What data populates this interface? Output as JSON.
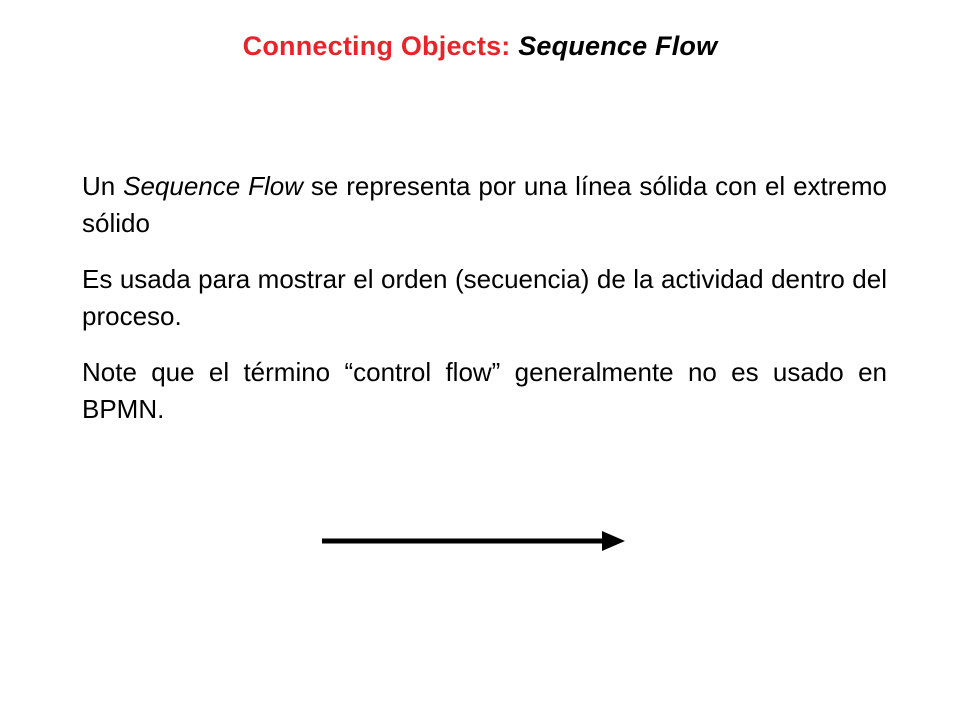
{
  "title": {
    "part1": "Connecting Objects: ",
    "part2": "Sequence Flow"
  },
  "paragraphs": {
    "p1": {
      "before": "Un ",
      "italic": "Sequence Flow",
      "after": " se representa por una línea sólida con el extremo sólido"
    },
    "p2": "Es usada para mostrar el orden (secuencia) de la actividad dentro del proceso.",
    "p3": "Note que el término “control flow” generalmente no es usado en BPMN."
  },
  "illustration": {
    "icon": "sequence-flow-arrow-icon",
    "color": "#000000"
  }
}
